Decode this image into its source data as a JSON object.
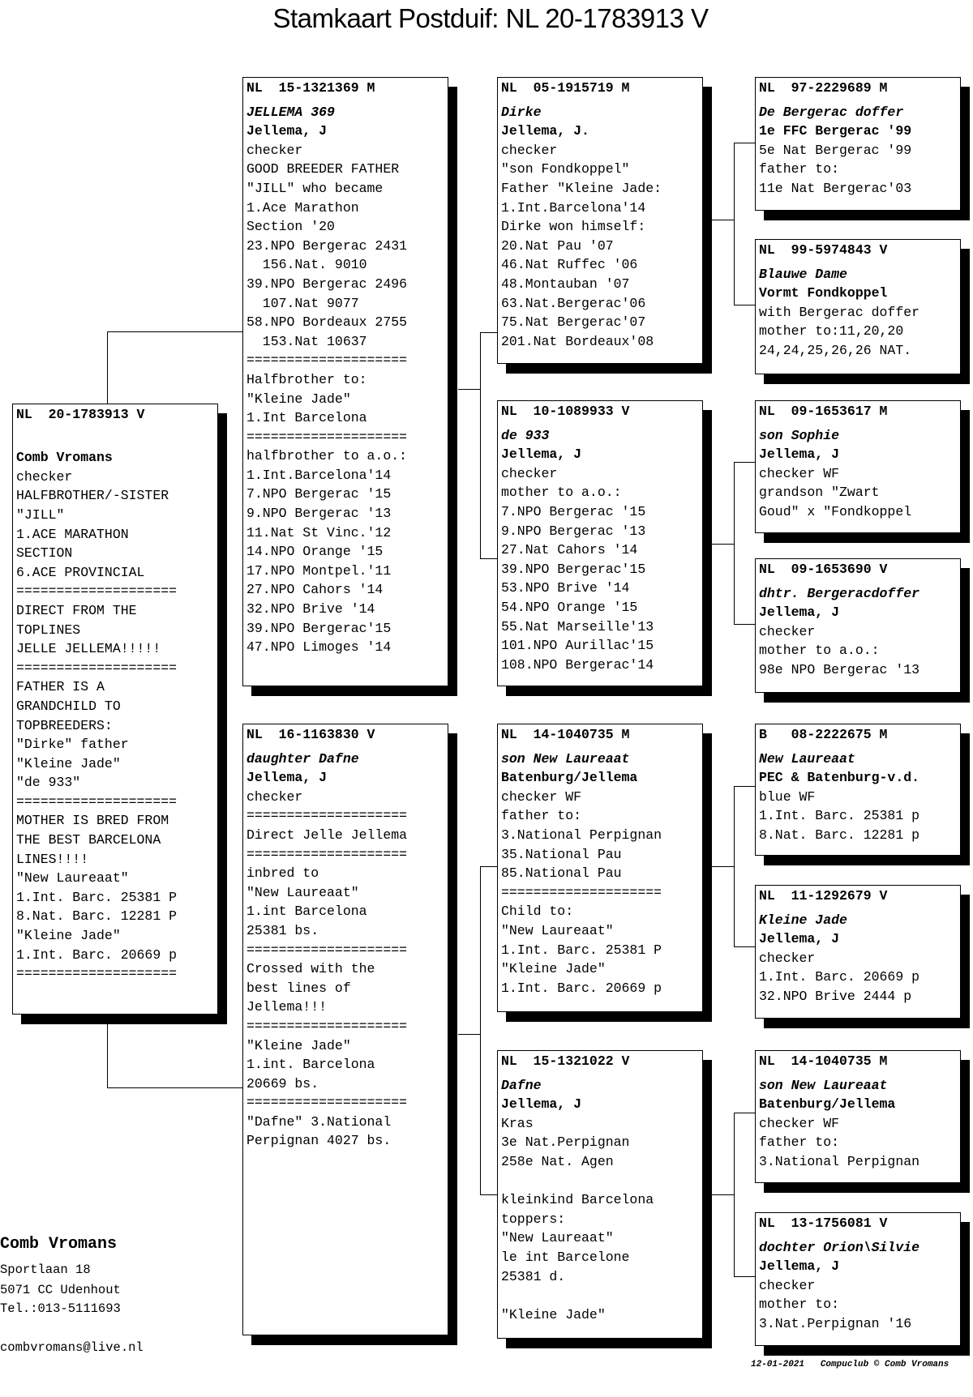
{
  "title": "Stamkaart Postduif: NL  20-1783913 V",
  "subject": {
    "header": "NL  20-1783913 V",
    "name": "",
    "owner": "Comb Vromans",
    "lines": [
      "checker",
      "HALFBROTHER/-SISTER",
      "\"JILL\"",
      "1.ACE MARATHON",
      "SECTION",
      "6.ACE PROVINCIAL",
      "====================",
      "DIRECT FROM THE",
      "TOPLINES",
      "JELLE JELLEMA!!!!!",
      "====================",
      "FATHER IS A",
      "GRANDCHILD TO",
      "TOPBREEDERS:",
      "\"Dirke\" father",
      "\"Kleine Jade\"",
      "\"de 933\"",
      "====================",
      "MOTHER IS BRED FROM",
      "THE BEST BARCELONA",
      "LINES!!!!",
      "\"New Laureaat\"",
      "1.Int. Barc. 25381 P",
      "8.Nat. Barc. 12281 P",
      "\"Kleine Jade\"",
      "1.Int. Barc. 20669 p",
      "===================="
    ]
  },
  "gen1": [
    {
      "header": "NL  15-1321369 M",
      "name": "JELLEMA 369",
      "owner": "Jellema, J",
      "lines": [
        "checker",
        "GOOD BREEDER FATHER",
        "\"JILL\" who became",
        "1.Ace Marathon",
        "Section '20",
        "23.NPO Bergerac 2431",
        "  156.Nat. 9010",
        "39.NPO Bergerac 2496",
        "  107.Nat 9077",
        "58.NPO Bordeaux 2755",
        "  153.Nat 10637",
        "====================",
        "Halfbrother to:",
        "\"Kleine Jade\"",
        "1.Int Barcelona",
        "====================",
        "halfbrother to a.o.:",
        "1.Int.Barcelona'14",
        "7.NPO Bergerac '15",
        "9.NPO Bergerac '13",
        "11.Nat St Vinc.'12",
        "14.NPO Orange '15",
        "17.NPO Montpel.'11",
        "27.NPO Cahors '14",
        "32.NPO Brive '14",
        "39.NPO Bergerac'15",
        "47.NPO Limoges '14"
      ]
    },
    {
      "header": "NL  16-1163830 V",
      "name": "daughter Dafne",
      "owner": "Jellema, J",
      "lines": [
        "checker",
        "====================",
        "Direct Jelle Jellema",
        "====================",
        "inbred to",
        "\"New Laureaat\"",
        "1.int Barcelona",
        "25381 bs.",
        "====================",
        "Crossed with the",
        "best lines of",
        "Jellema!!!",
        "====================",
        "\"Kleine Jade\"",
        "1.int. Barcelona",
        "20669 bs.",
        "====================",
        "\"Dafne\" 3.National",
        "Perpignan 4027 bs."
      ]
    }
  ],
  "gen2": [
    {
      "header": "NL  05-1915719 M",
      "name": "Dirke",
      "owner": "Jellema, J.",
      "lines": [
        "checker",
        "\"son Fondkoppel\"",
        "Father \"Kleine Jade:",
        "1.Int.Barcelona'14",
        "Dirke won himself:",
        "20.Nat Pau '07",
        "46.Nat Ruffec '06",
        "48.Montauban '07",
        "63.Nat.Bergerac'06",
        "75.Nat Bergerac'07",
        "201.Nat Bordeaux'08"
      ]
    },
    {
      "header": "NL  10-1089933 V",
      "name": "de 933",
      "owner": "Jellema, J",
      "lines": [
        "checker",
        "mother to a.o.:",
        "7.NPO Bergerac '15",
        "9.NPO Bergerac '13",
        "27.Nat Cahors '14",
        "39.NPO Bergerac'15",
        "53.NPO Brive '14",
        "54.NPO Orange '15",
        "55.Nat Marseille'13",
        "101.NPO Aurillac'15",
        "108.NPO Bergerac'14"
      ]
    },
    {
      "header": "NL  14-1040735 M",
      "name": "son New Laureaat",
      "owner": "Batenburg/Jellema",
      "lines": [
        "checker WF",
        "father to:",
        "3.National Perpignan",
        "35.National Pau",
        "85.National Pau",
        "====================",
        "Child to:",
        "\"New Laureaat\"",
        "1.Int. Barc. 25381 P",
        "\"Kleine Jade\"",
        "1.Int. Barc. 20669 p"
      ]
    },
    {
      "header": "NL  15-1321022 V",
      "name": "Dafne",
      "owner": "Jellema, J",
      "lines": [
        "Kras",
        "3e Nat.Perpignan",
        "258e Nat. Agen",
        "",
        "kleinkind Barcelona",
        "toppers:",
        "\"New Laureaat\"",
        "le int Barcelone",
        "25381 d.",
        "",
        "\"Kleine Jade\""
      ]
    }
  ],
  "gen3": [
    {
      "header": "NL  97-2229689 M",
      "name": "De Bergerac doffer",
      "owner": "1e FFC Bergerac '99",
      "lines": [
        "5e Nat Bergerac '99",
        "father to:",
        "11e Nat Bergerac'03"
      ]
    },
    {
      "header": "NL  99-5974843 V",
      "name": "Blauwe Dame",
      "owner": "Vormt Fondkoppel",
      "lines": [
        "with Bergerac doffer",
        "mother to:11,20,20",
        "24,24,25,26,26 NAT."
      ]
    },
    {
      "header": "NL  09-1653617 M",
      "name": "son Sophie",
      "owner": "Jellema, J",
      "lines": [
        "checker WF",
        "grandson \"Zwart",
        "Goud\" x \"Fondkoppel"
      ]
    },
    {
      "header": "NL  09-1653690 V",
      "name": "dhtr. Bergeracdoffer",
      "owner": "Jellema, J",
      "lines": [
        "checker",
        "mother to a.o.:",
        "98e NPO Bergerac '13"
      ]
    },
    {
      "header": "B   08-2222675 M",
      "name": "New Laureaat",
      "owner": "PEC & Batenburg-v.d.",
      "lines": [
        "blue WF",
        "1.Int. Barc. 25381 p",
        "8.Nat. Barc. 12281 p"
      ]
    },
    {
      "header": "NL  11-1292679 V",
      "name": "Kleine Jade",
      "owner": "Jellema, J",
      "lines": [
        "checker",
        "1.Int. Barc. 20669 p",
        "32.NPO Brive 2444 p"
      ]
    },
    {
      "header": "NL  14-1040735 M",
      "name": "son New Laureaat",
      "owner": "Batenburg/Jellema",
      "lines": [
        "checker WF",
        "father to:",
        "3.National Perpignan"
      ]
    },
    {
      "header": "NL  13-1756081 V",
      "name": "dochter Orion\\Silvie",
      "owner": "Jellema, J",
      "lines": [
        "checker",
        "mother to:",
        "3.Nat.Perpignan '16"
      ]
    }
  ],
  "footer": {
    "owner_name": "Comb Vromans",
    "street": "Sportlaan 18",
    "city": "5071 CC  Udenhout",
    "phone": "Tel.:013-5111693",
    "email": "combvromans@live.nl",
    "stamp": "12-01-2021   Compuclub © Comb Vromans"
  }
}
